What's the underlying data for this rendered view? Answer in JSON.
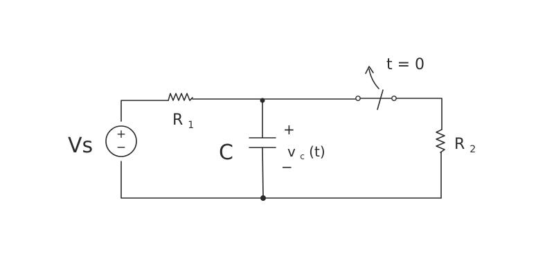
{
  "labels": {
    "source": "Vs",
    "source_sub": "",
    "r1_main": "R",
    "r1_sub": "1",
    "r2_main": "R",
    "r2_sub": "2",
    "capacitor": "C",
    "vc_plus": "+",
    "vc_minus": "−",
    "vc_main": "v",
    "vc_sub": "c",
    "vc_arg": "(t)",
    "switch_time": "t = 0",
    "source_plus": "+",
    "source_minus": "−"
  }
}
